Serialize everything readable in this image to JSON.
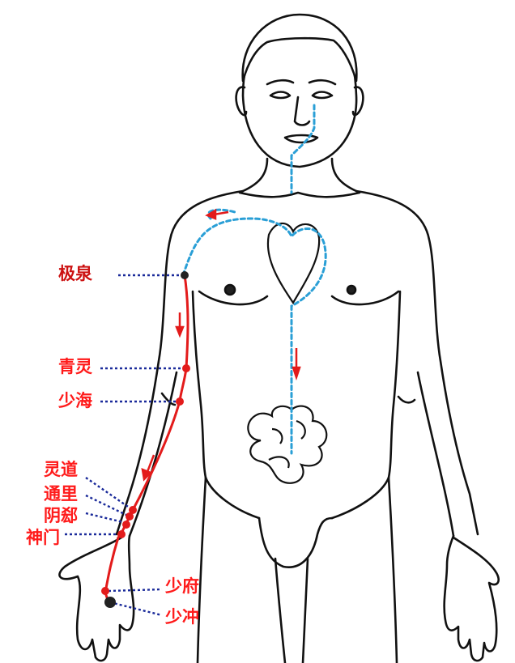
{
  "colors": {
    "outline": "#111111",
    "meridian": "#e31b1b",
    "internal_path": "#2a9fd6",
    "leader": "#1a2a9a",
    "label_dark": "#cc1111",
    "label": "#ff1a1a"
  },
  "points": [
    {
      "id": "jiquan",
      "name": "极泉"
    },
    {
      "id": "qingling",
      "name": "青灵"
    },
    {
      "id": "shaohai",
      "name": "少海"
    },
    {
      "id": "lingdao",
      "name": "灵道"
    },
    {
      "id": "tongli",
      "name": "通里"
    },
    {
      "id": "yinxi",
      "name": "阴郄"
    },
    {
      "id": "shenmen",
      "name": "神门"
    },
    {
      "id": "shaofu",
      "name": "少府"
    },
    {
      "id": "shaochong",
      "name": "少冲"
    }
  ]
}
